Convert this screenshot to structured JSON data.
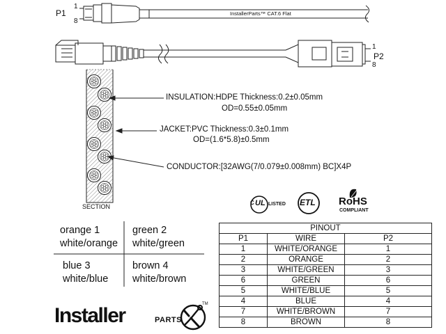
{
  "cable": {
    "brand_label": "InstallerParts™ CAT.6 Flat",
    "p1_label": "P1",
    "p2_label": "P2",
    "pin_first": "1",
    "pin_last": "8"
  },
  "section": {
    "label": "SECTION",
    "insulation_line1": "INSULATION:HDPE Thickness:0.2±0.05mm",
    "insulation_line2": "OD=0.55±0.05mm",
    "jacket_line1": "JACKET:PVC Thickness:0.3±0.1mm",
    "jacket_line2": "OD=(1.6*5.8)±0.5mm",
    "conductor_line": "CONDUCTOR:[32AWG(7/0.079±0.008mm) BC]X4P"
  },
  "certifications": {
    "ul_c": "C",
    "ul_mark": "UL",
    "ul_listed": "LISTED",
    "etl_mark": "ETL",
    "rohs": "RoHS",
    "rohs_compliant": "COMPLIANT"
  },
  "color_pairs": [
    {
      "number_line": "orange 1",
      "stripe_line": "white/orange"
    },
    {
      "number_line": "green  2",
      "stripe_line": "white/green"
    },
    {
      "number_line": "blue     3",
      "stripe_line": "white/blue"
    },
    {
      "number_line": "brown 4",
      "stripe_line": "white/brown"
    }
  ],
  "pinout": {
    "title": "PINOUT",
    "headers": [
      "P1",
      "WIRE",
      "P2"
    ],
    "rows": [
      [
        "1",
        "WHITE/ORANGE",
        "1"
      ],
      [
        "2",
        "ORANGE",
        "2"
      ],
      [
        "3",
        "WHITE/GREEN",
        "3"
      ],
      [
        "6",
        "GREEN",
        "6"
      ],
      [
        "5",
        "WHITE/BLUE",
        "5"
      ],
      [
        "4",
        "BLUE",
        "4"
      ],
      [
        "7",
        "WHITE/BROWN",
        "7"
      ],
      [
        "8",
        "BROWN",
        "8"
      ]
    ]
  },
  "logo": {
    "main": "Installer",
    "sub": "PARTS",
    "tm": "TM"
  }
}
